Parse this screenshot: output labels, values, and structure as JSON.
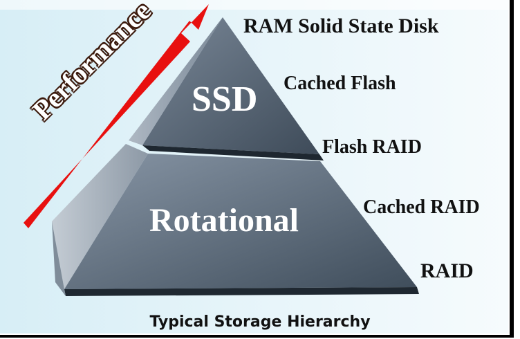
{
  "diagram": {
    "performance_label": "Performance",
    "tiers": {
      "ssd": "SSD",
      "rotational": "Rotational"
    },
    "layers": [
      "RAM Solid State Disk",
      "Cached Flash",
      "Flash RAID",
      "Cached RAID",
      "RAID"
    ],
    "caption": "Typical Storage Hierarchy"
  },
  "colors": {
    "background_panel": "#eef6fa",
    "pyramid_dark": "#4a5a6b",
    "pyramid_light": "#b0bcc8",
    "arrow": "#e8100f",
    "frame": "#000000"
  },
  "icons": {
    "performance_arrow": "arrow-up-right"
  }
}
